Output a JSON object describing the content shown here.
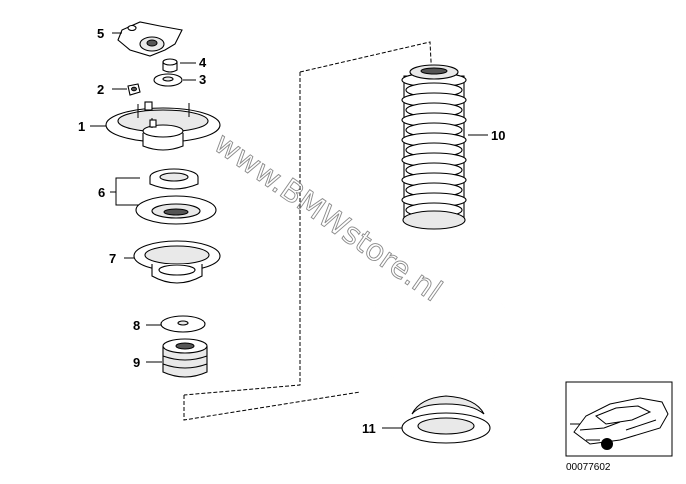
{
  "callouts": {
    "c1": "1",
    "c2": "2",
    "c3": "3",
    "c4": "4",
    "c5": "5",
    "c6": "6",
    "c7": "7",
    "c8": "8",
    "c9": "9",
    "c10": "10",
    "c11": "11"
  },
  "watermark": "www.BMWstore.nl",
  "thumbnail": {
    "reference": "00077602"
  }
}
